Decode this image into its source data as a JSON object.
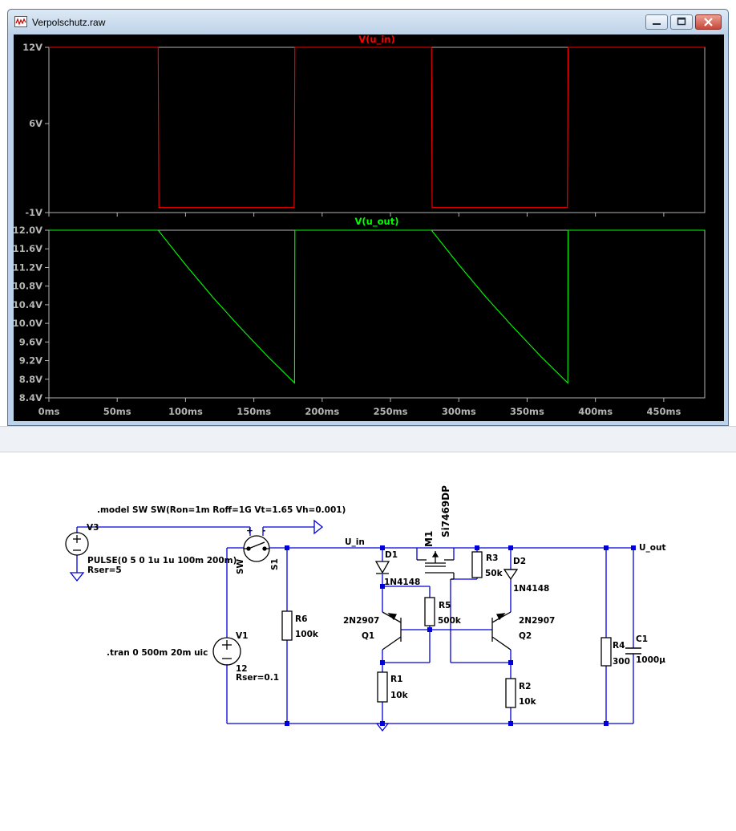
{
  "window": {
    "title": "Verpolschutz.raw",
    "buttons": [
      "minimize",
      "maximize",
      "close"
    ],
    "icon": "waveform-icon"
  },
  "chart_data": [
    {
      "type": "line",
      "title": "V(u_in)",
      "color": "#ff0000",
      "x_ticks": [
        "0ms",
        "50ms",
        "100ms",
        "150ms",
        "200ms",
        "250ms",
        "300ms",
        "350ms",
        "400ms",
        "450ms"
      ],
      "y_ticks": [
        "12V",
        "6V",
        "-1V"
      ],
      "xlim": [
        0,
        480
      ],
      "ylim": [
        -1,
        12
      ],
      "series": [
        {
          "x": [
            0,
            80,
            80.5,
            179.5,
            180,
            280,
            280.5,
            379.5,
            380,
            480
          ],
          "y": [
            12,
            12,
            -0.6,
            -0.6,
            12,
            12,
            -0.6,
            -0.6,
            12,
            12
          ]
        }
      ]
    },
    {
      "type": "line",
      "title": "V(u_out)",
      "color": "#00ff00",
      "x_ticks": [
        "0ms",
        "50ms",
        "100ms",
        "150ms",
        "200ms",
        "250ms",
        "300ms",
        "350ms",
        "400ms",
        "450ms"
      ],
      "y_ticks": [
        "12.0V",
        "11.6V",
        "11.2V",
        "10.8V",
        "10.4V",
        "10.0V",
        "9.6V",
        "9.2V",
        "8.8V",
        "8.4V"
      ],
      "xlim": [
        0,
        480
      ],
      "ylim": [
        8.4,
        12.0
      ],
      "series": [
        {
          "x": [
            0,
            80,
            100,
            120,
            140,
            160,
            179.8,
            180,
            280,
            300,
            320,
            340,
            360,
            379.8,
            380,
            480
          ],
          "y": [
            12.0,
            12.0,
            11.26,
            10.56,
            9.91,
            9.29,
            8.72,
            12.0,
            12.0,
            11.26,
            10.56,
            9.91,
            9.29,
            8.72,
            12.0,
            12.0
          ]
        }
      ]
    }
  ],
  "schematic": {
    "model_text": ".model SW SW(Ron=1m Roff=1G Vt=1.65 Vh=0.001)",
    "tran_text": ".tran 0 500m 20m uic",
    "net_in": "U_in",
    "net_out": "U_out",
    "v3": {
      "name": "V3",
      "value": "PULSE(0 5 0 1u 1u 100m 200m)",
      "rser": "Rser=5"
    },
    "v1": {
      "name": "V1",
      "value": "12",
      "rser": "Rser=0.1"
    },
    "s1": {
      "name": "S1",
      "model": "SW",
      "plus": "+",
      "minus": "-"
    },
    "r6": {
      "name": "R6",
      "value": "100k"
    },
    "d1": {
      "name": "D1",
      "value": "1N4148"
    },
    "d2": {
      "name": "D2",
      "value": "1N4148"
    },
    "m1": {
      "name": "M1",
      "value": "Si7469DP"
    },
    "r3": {
      "name": "R3",
      "value": "50k"
    },
    "r5": {
      "name": "R5",
      "value": "500k"
    },
    "q1": {
      "name": "Q1",
      "value": "2N2907"
    },
    "q2": {
      "name": "Q2",
      "value": "2N2907"
    },
    "r1": {
      "name": "R1",
      "value": "10k"
    },
    "r2": {
      "name": "R2",
      "value": "10k"
    },
    "r4": {
      "name": "R4",
      "value": "300"
    },
    "c1": {
      "name": "C1",
      "value": "1000µ"
    },
    "colors": {
      "wire": "#0000dc",
      "component": "#000000",
      "junction": "#0000dc"
    }
  }
}
